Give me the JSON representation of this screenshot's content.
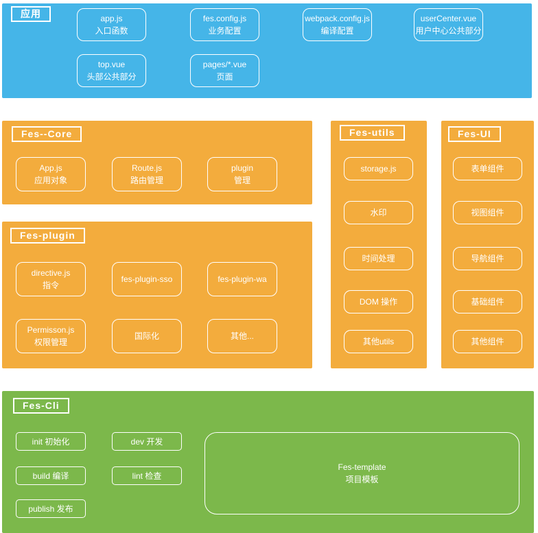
{
  "colors": {
    "blue": "#45b5e8",
    "orange": "#f3ac3d",
    "green": "#7cb84b",
    "box_border": "#ffffff",
    "text": "#ffffff",
    "page_bg": "#ffffff"
  },
  "sections": {
    "app": {
      "title": "应用",
      "row1": [
        {
          "line1": "app.js",
          "line2": "入口函数"
        },
        {
          "line1": "fes.config.js",
          "line2": "业务配置"
        },
        {
          "line1": "webpack.config.js",
          "line2": "编译配置"
        },
        {
          "line1": "userCenter.vue",
          "line2": "用户中心公共部分"
        }
      ],
      "row2": [
        {
          "line1": "top.vue",
          "line2": "头部公共部分"
        },
        {
          "line1": "pages/*.vue",
          "line2": "页面"
        }
      ]
    },
    "core": {
      "title": "Fes--Core",
      "nodes": [
        {
          "line1": "App.js",
          "line2": "应用对象"
        },
        {
          "line1": "Route.js",
          "line2": "路由管理"
        },
        {
          "line1": "plugin",
          "line2": "管理"
        }
      ]
    },
    "plugin": {
      "title": "Fes-plugin",
      "row1": [
        {
          "line1": "directive.js",
          "line2": "指令"
        },
        {
          "line1": "fes-plugin-sso",
          "line2": ""
        },
        {
          "line1": "fes-plugin-wa",
          "line2": ""
        }
      ],
      "row2": [
        {
          "line1": "Permisson.js",
          "line2": "权限管理"
        },
        {
          "line1": "国际化",
          "line2": ""
        },
        {
          "line1": "其他...",
          "line2": ""
        }
      ]
    },
    "utils": {
      "title": "Fes-utils",
      "nodes": [
        "storage.js",
        "水印",
        "时间处理",
        "DOM 操作",
        "其他utils"
      ]
    },
    "ui": {
      "title": "Fes-UI",
      "nodes": [
        "表单组件",
        "视图组件",
        "导航组件",
        "基础组件",
        "其他组件"
      ]
    },
    "cli": {
      "title": "Fes-Cli",
      "col1": [
        "init 初始化",
        "build 编译",
        "publish 发布"
      ],
      "col2": [
        "dev 开发",
        "lint 检查"
      ],
      "template": {
        "line1": "Fes-template",
        "line2": "项目模板"
      }
    }
  }
}
